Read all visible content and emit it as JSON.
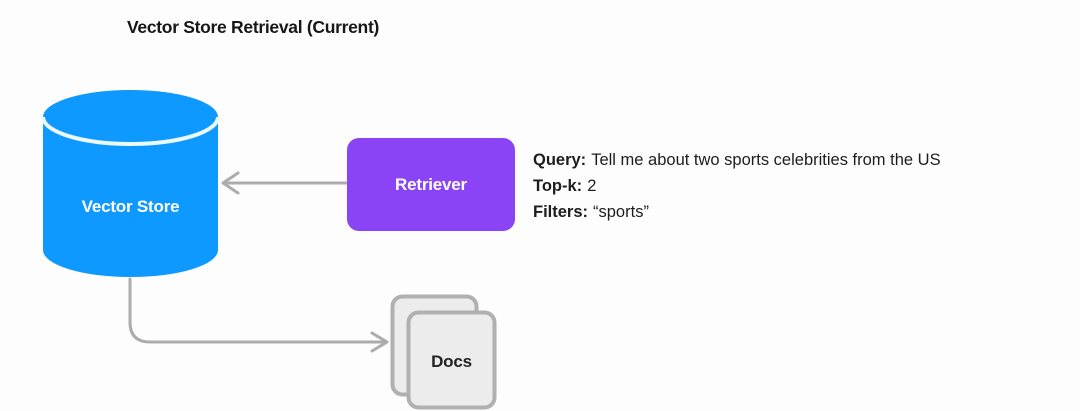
{
  "title": "Vector Store Retrieval (Current)",
  "nodes": {
    "vector_store": {
      "label": "Vector Store",
      "fill": "#0D99FF"
    },
    "retriever": {
      "label": "Retriever",
      "fill": "#8A44F6"
    },
    "docs": {
      "label": "Docs",
      "fill": "#ECECEC",
      "border": "#B0B0B0"
    }
  },
  "query_annotation": {
    "lines": [
      {
        "label": "Query:",
        "value": "Tell me about two sports celebrities from the US"
      },
      {
        "label": "Top-k:",
        "value": "2"
      },
      {
        "label": "Filters:",
        "value": "“sports”"
      }
    ]
  },
  "colors": {
    "background": "#FDFDFD",
    "arrow": "#ACACAC",
    "title_text": "#171717"
  }
}
